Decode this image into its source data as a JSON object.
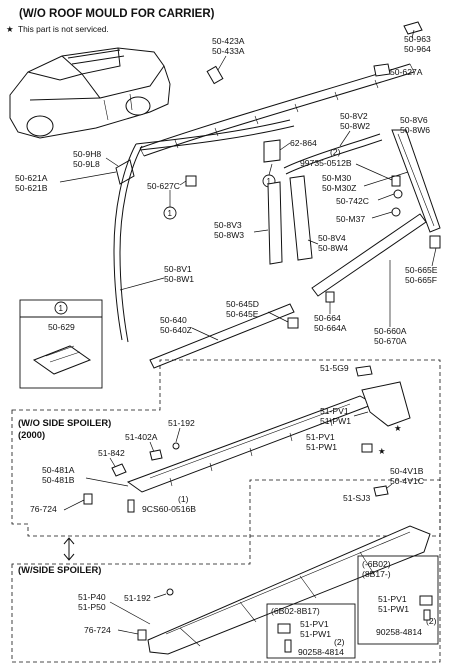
{
  "title": "(W/O ROOF MOULD FOR CARRIER)",
  "note": "This part is not serviced.",
  "callout_marker": "1",
  "labels": {
    "p50_963": "50-963",
    "p50_964": "50-964",
    "p50_423A": "50-423A",
    "p50_433A": "50-433A",
    "p50_627A": "50-627A",
    "p50_621A": "50-621A",
    "p50_621B": "50-621B",
    "p50_9H8": "50-9H8",
    "p50_9L8": "50-9L8",
    "p50_627C": "50-627C",
    "p50_8V2": "50-8V2",
    "p50_8W2": "50-8W2",
    "p62_864": "62-864",
    "p50_8V6": "50-8V6",
    "p50_8W6": "50-8W6",
    "p99735": "99735-0512B",
    "p99735_qty": "(2)",
    "p50_M30": "50-M30",
    "p50_M30Z": "50-M30Z",
    "p50_742C": "50-742C",
    "p50_M37": "50-M37",
    "p50_8V3": "50-8V3",
    "p50_8W3": "50-8W3",
    "p50_8V4": "50-8V4",
    "p50_8W4": "50-8W4",
    "p50_8V1": "50-8V1",
    "p50_8W1": "50-8W1",
    "p50_665E": "50-665E",
    "p50_665F": "50-665F",
    "p50_645D": "50-645D",
    "p50_645E": "50-645E",
    "p50_640": "50-640",
    "p50_640Z": "50-640Z",
    "p50_629": "50-629",
    "p50_664": "50-664",
    "p50_664A": "50-664A",
    "p50_660A": "50-660A",
    "p50_670A": "50-670A",
    "p51_5G9": "51-5G9",
    "p51_PV1_a": "51-PV1",
    "p51_PW1_a": "51-PW1",
    "p51_PV1_b": "51-PV1",
    "p51_PW1_b": "51-PW1",
    "p51_192_a": "51-192",
    "p51_402A": "51-402A",
    "p51_842": "51-842",
    "p50_481A": "50-481A",
    "p50_481B": "50-481B",
    "p76_724_a": "76-724",
    "p9CS60": "9CS60-0516B",
    "p9CS60_qty": "(1)",
    "p50_4V1B": "50-4V1B",
    "p50_4V1C": "50-4V1C",
    "p51_SJ3": "51-SJ3",
    "p51_P40": "51-P40",
    "p51_P50": "51-P50",
    "p51_192_b": "51-192",
    "p76_724_b": "76-724",
    "p51_PV1_c": "51-PV1",
    "p51_PW1_c": "51-PW1",
    "p90258_a": "90258-4814",
    "p90258_a_qty": "(2)",
    "p51_PV1_d": "51-PV1",
    "p51_PW1_d": "51-PW1",
    "p90258_b": "90258-4814",
    "p90258_b_qty": "(2)"
  },
  "sections": {
    "wo_side_spoiler": "(W/O SIDE SPOILER)",
    "wo_side_spoiler_year": "(2000)",
    "w_side_spoiler": "(W/SIDE SPOILER)",
    "range_6b02_8b17": "(6B02-8B17)",
    "range_minus_6b02": "(-6B02)",
    "range_8b17_minus": "(8B17-)"
  }
}
